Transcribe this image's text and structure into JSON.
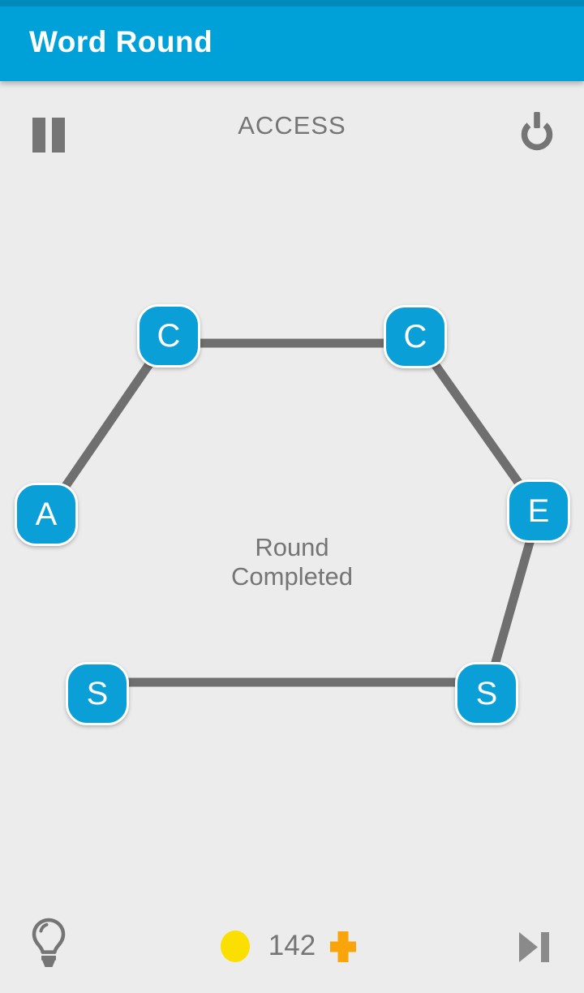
{
  "header": {
    "title": "Word Round"
  },
  "toolbar": {
    "word": "ACCESS",
    "pause_icon": "pause-icon",
    "power_icon": "power-icon"
  },
  "puzzle": {
    "message_line1": "Round",
    "message_line2": "Completed",
    "letters": [
      {
        "char": "C",
        "position": "top-left"
      },
      {
        "char": "C",
        "position": "top-right"
      },
      {
        "char": "A",
        "position": "middle-left"
      },
      {
        "char": "E",
        "position": "middle-right"
      },
      {
        "char": "S",
        "position": "bottom-left"
      },
      {
        "char": "S",
        "position": "bottom-right"
      }
    ],
    "solved_path": [
      "middle-left",
      "top-left",
      "top-right",
      "middle-right",
      "bottom-right",
      "bottom-left"
    ]
  },
  "footer": {
    "coin_count": "142",
    "coin_icon": "coin-icon",
    "plus_icon": "plus-icon",
    "hint_icon": "lightbulb-icon",
    "skip_icon": "skip-next-icon"
  },
  "colors": {
    "app_bar": "#00a1d9",
    "tile": "#0b9fd8",
    "line": "#6f6f6f",
    "icon_gray": "#757575",
    "text_gray": "#757575",
    "skip_gray": "#8a8a8a",
    "coin": "#fbdf00",
    "plus": "#f7a50b",
    "background": "#ececec"
  }
}
